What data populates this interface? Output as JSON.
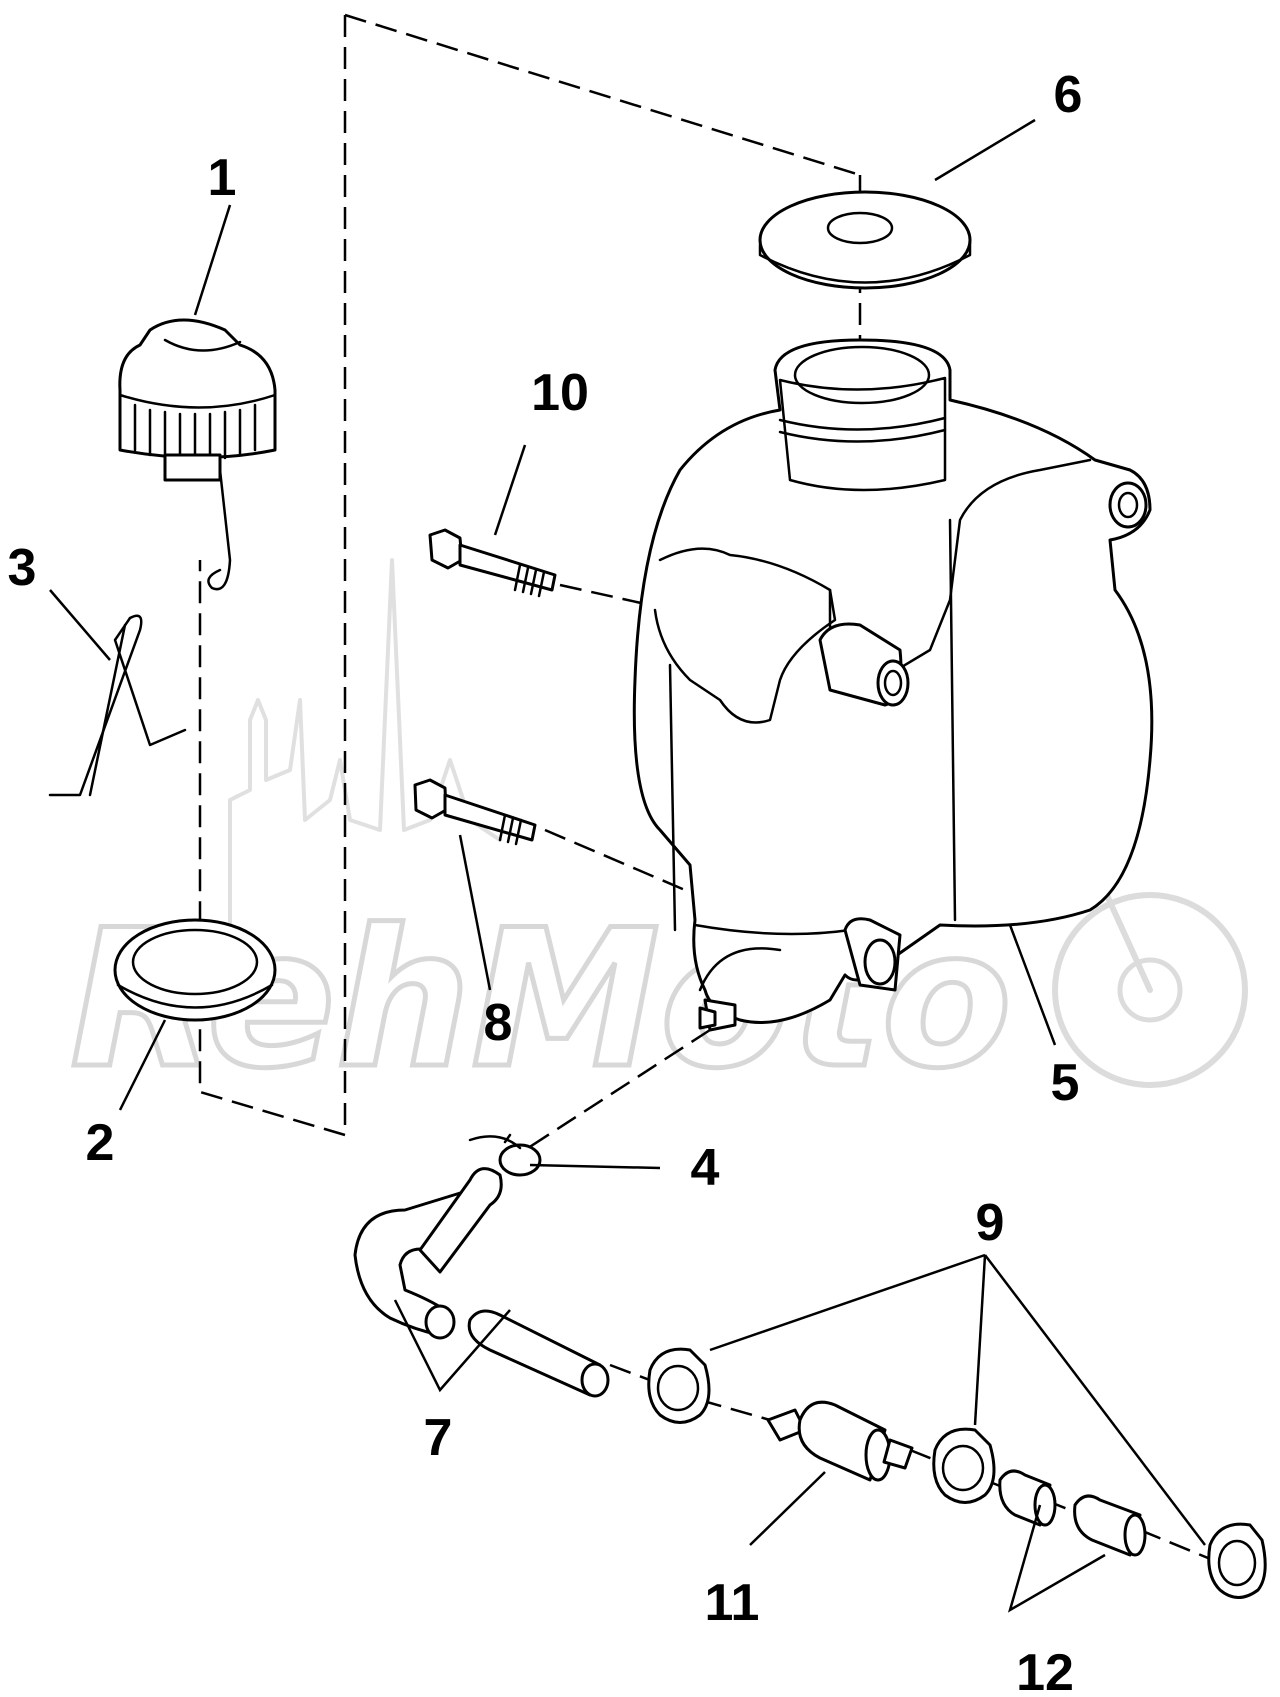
{
  "diagram": {
    "callouts": [
      {
        "id": "c1",
        "label": "1"
      },
      {
        "id": "c2",
        "label": "2"
      },
      {
        "id": "c3",
        "label": "3"
      },
      {
        "id": "c4",
        "label": "4"
      },
      {
        "id": "c5",
        "label": "5"
      },
      {
        "id": "c6",
        "label": "6"
      },
      {
        "id": "c7",
        "label": "7"
      },
      {
        "id": "c8",
        "label": "8"
      },
      {
        "id": "c9",
        "label": "9"
      },
      {
        "id": "c10",
        "label": "10"
      },
      {
        "id": "c11",
        "label": "11"
      },
      {
        "id": "c12",
        "label": "12"
      }
    ],
    "watermark": "RehMoto",
    "line_color": "#000000",
    "watermark_color": "#d8d8d8"
  }
}
